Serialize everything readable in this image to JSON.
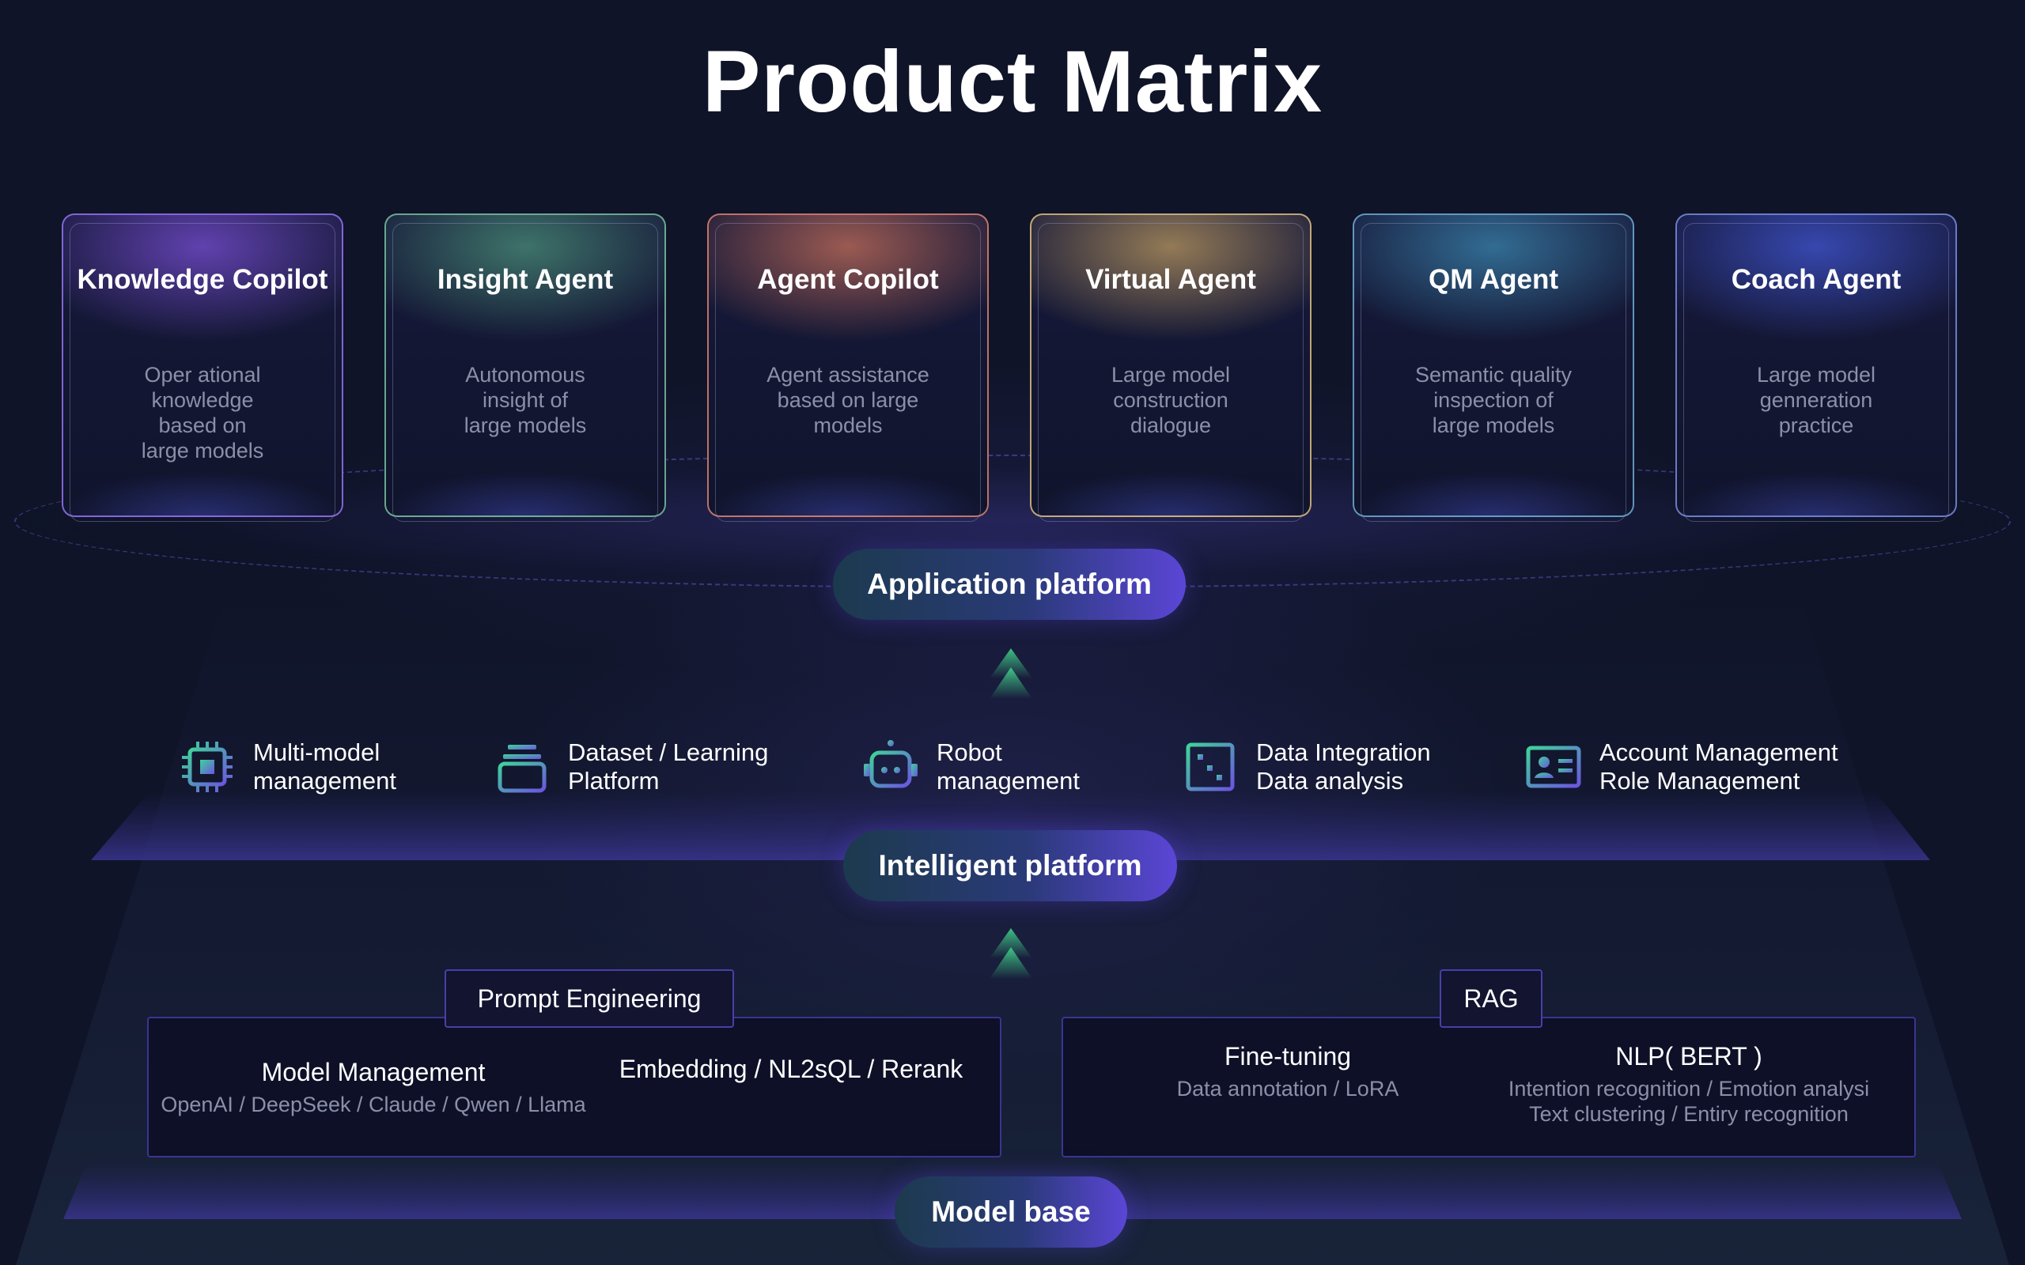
{
  "title": "Product Matrix",
  "colors": {
    "background": "#0f1428",
    "accent_purple": "#5b46d6",
    "accent_green": "#3fc987",
    "muted_text": "#8b90a8"
  },
  "cards": [
    {
      "title": "Knowledge Copilot",
      "desc": [
        "Oper ational",
        "knowledge",
        "based on",
        "large models"
      ],
      "accent": "#7a4fd6"
    },
    {
      "title": "Insight Agent",
      "desc": [
        "Autonomous",
        "insight of",
        "large models"
      ],
      "accent": "#4f9a7e"
    },
    {
      "title": "Agent Copilot",
      "desc": [
        "Agent assistance",
        "based on large",
        "models"
      ],
      "accent": "#c8705a"
    },
    {
      "title": "Virtual Agent",
      "desc": [
        "Large model",
        "construction",
        "dialogue"
      ],
      "accent": "#c9a463"
    },
    {
      "title": "QM Agent",
      "desc": [
        "Semantic quality",
        "inspection of",
        "large models"
      ],
      "accent": "#3f8fb8"
    },
    {
      "title": "Coach Agent",
      "desc": [
        "Large model",
        "genneration",
        "practice"
      ],
      "accent": "#4257d6"
    }
  ],
  "platforms": {
    "application": "Application platform",
    "intelligent": "Intelligent platform",
    "model_base": "Model base"
  },
  "features": [
    {
      "icon": "chip-icon",
      "line1": "Multi-model",
      "line2": "management"
    },
    {
      "icon": "stack-icon",
      "line1": "Dataset / Learning",
      "line2": "Platform"
    },
    {
      "icon": "robot-icon",
      "line1": "Robot",
      "line2": "management"
    },
    {
      "icon": "data-icon",
      "line1": "Data Integration",
      "line2": "Data analysis"
    },
    {
      "icon": "id-card-icon",
      "line1": "Account Management",
      "line2": "Role Management"
    }
  ],
  "model_base": {
    "left": {
      "tag": "Prompt Engineering",
      "model_management": "Model Management",
      "models": "OpenAI / DeepSeek / Claude / Qwen / Llama",
      "embedding": "Embedding / NL2sQL / Rerank"
    },
    "right": {
      "tag": "RAG",
      "fine_tuning": "Fine-tuning",
      "fine_tuning_sub": "Data annotation / LoRA",
      "nlp": "NLP( BERT )",
      "nlp_sub1": "Intention recognition / Emotion analysi",
      "nlp_sub2": "Text clustering / Entiry recognition"
    }
  }
}
